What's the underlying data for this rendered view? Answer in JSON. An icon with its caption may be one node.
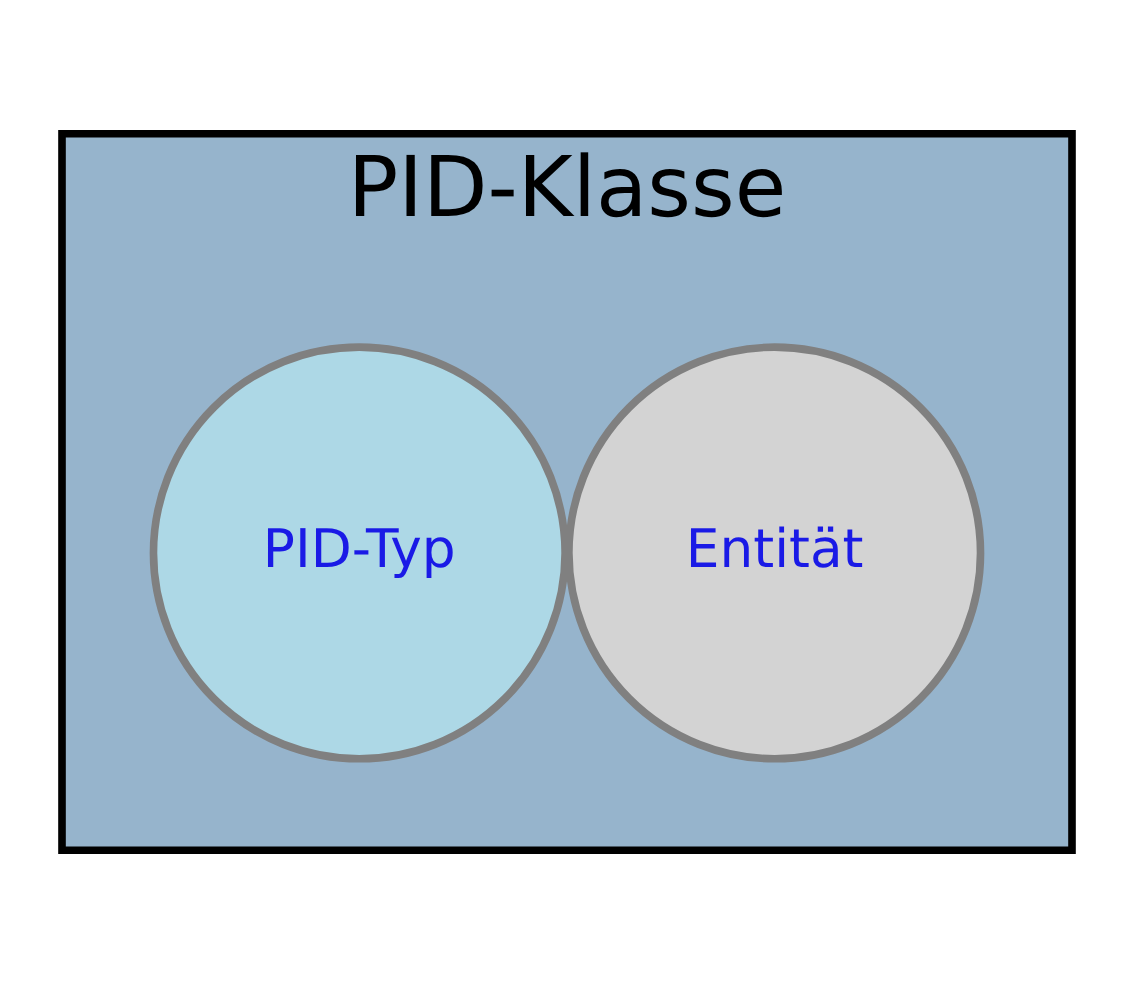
{
  "diagram": {
    "nodes": [
      {
        "text": [
          "PID-Klasse"
        ]
      },
      {
        "text": [
          "PID-Typ"
        ],
        "in": 0
      },
      {
        "text": [
          "Entität"
        ],
        "in": 0
      }
    ]
  }
}
